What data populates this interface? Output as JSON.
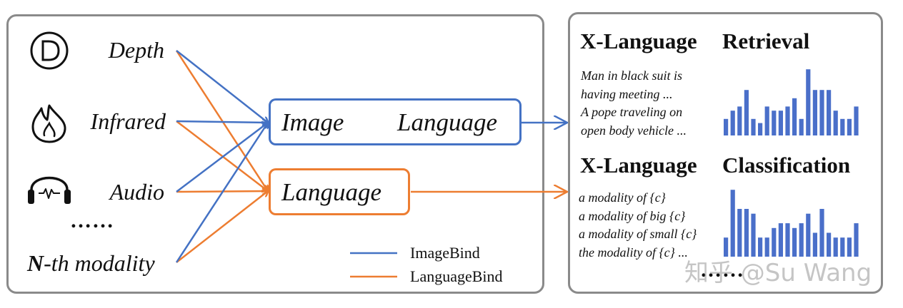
{
  "left": {
    "modalities": [
      {
        "label": "Depth",
        "icon": "depth-d-icon"
      },
      {
        "label": "Infrared",
        "icon": "flame-icon"
      },
      {
        "label": "Audio",
        "icon": "headphones-icon"
      },
      {
        "label": "N-th modality",
        "icon": ""
      }
    ],
    "ellipsis": "……",
    "image_box": {
      "from": "Image",
      "to": "Language"
    },
    "language_box": {
      "label": "Language"
    },
    "legend": [
      {
        "label": "ImageBind",
        "color": "#4472c4"
      },
      {
        "label": "LanguageBind",
        "color": "#ed7d31"
      }
    ]
  },
  "right": {
    "retrieval": {
      "heading_left": "X-Language",
      "heading_right": "Retrieval",
      "examples": [
        "Man in black suit is",
        "having meeting ...",
        "A pope traveling on",
        "open body vehicle ..."
      ]
    },
    "classification": {
      "heading_left": "X-Language",
      "heading_right": "Classification",
      "examples": [
        "a modality of {c}",
        "a modality of big {c}",
        "a modality of small {c}",
        "the modality of {c} ..."
      ]
    },
    "ellipsis": "……"
  },
  "watermark": "知乎 @Su Wang",
  "colors": {
    "blue": "#4472c4",
    "orange": "#ed7d31",
    "bar": "#4a6fc9",
    "border": "#8a8a8a"
  },
  "chart_data": [
    {
      "type": "bar",
      "values": [
        4,
        6,
        7,
        11,
        4,
        3,
        7,
        6,
        6,
        7,
        9,
        4,
        16,
        11,
        11,
        11,
        6,
        4,
        4,
        7
      ]
    },
    {
      "type": "bar",
      "values": [
        4,
        14,
        10,
        10,
        9,
        4,
        4,
        6,
        7,
        7,
        6,
        7,
        9,
        5,
        10,
        5,
        4,
        4,
        4,
        7
      ]
    }
  ]
}
